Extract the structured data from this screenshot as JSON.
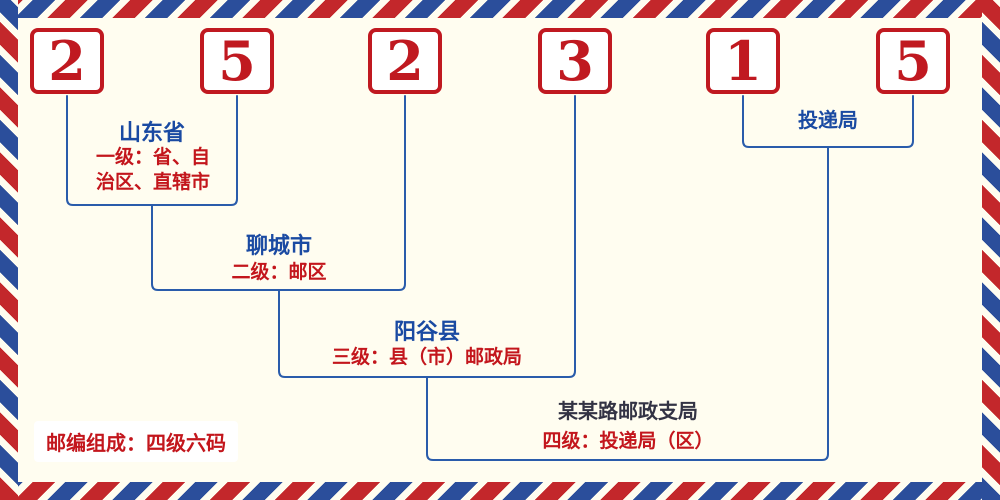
{
  "postal_code": {
    "digits": [
      "2",
      "5",
      "2",
      "3",
      "1",
      "5"
    ]
  },
  "levels": [
    {
      "name": "山东省",
      "desc": "一级：省、自治区、直辖市"
    },
    {
      "name": "聊城市",
      "desc": "二级：邮区"
    },
    {
      "name": "阳谷县",
      "desc": "三级：县（市）邮政局"
    },
    {
      "name": "某某路邮政支局",
      "desc": "四级：投递局（区）"
    }
  ],
  "labels": {
    "delivery": "投递局",
    "footer": "邮编组成：四级六码"
  },
  "colors": {
    "digit_red": "#c01920",
    "label_blue": "#1a4aa2",
    "desc_red": "#c3161c",
    "branch_dark": "#333344",
    "line_blue": "#2a5cab",
    "background": "#fffdf0",
    "stripe_red": "#c3272b",
    "stripe_blue": "#2b4e9b"
  }
}
